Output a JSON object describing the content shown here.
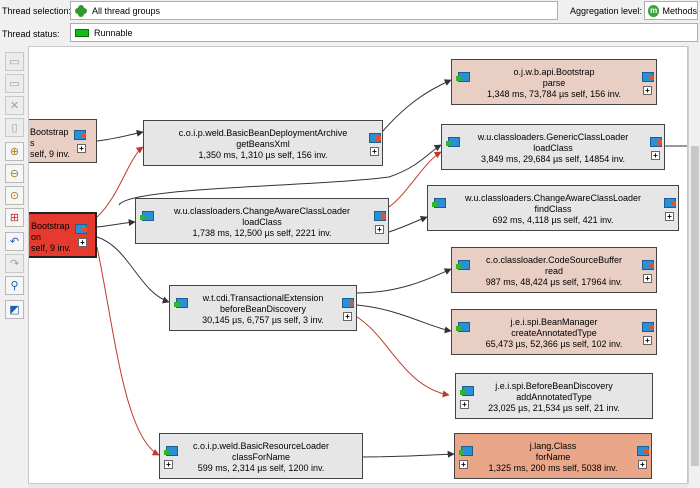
{
  "header": {
    "thread_selection_label": "Thread selection:",
    "thread_selection_value": "All thread groups",
    "thread_status_label": "Thread status:",
    "thread_status_value": "Runnable",
    "aggregation_label": "Aggregation level:",
    "aggregation_value": "Methods"
  },
  "toolbar": {
    "icons": [
      "comment-icon",
      "comment-add-icon",
      "delete-icon",
      "trash-icon",
      "zoom-in-icon",
      "zoom-out-icon",
      "zoom-100-icon",
      "fit-icon",
      "undo-icon",
      "redo-icon",
      "find-icon",
      "export-icon"
    ]
  },
  "nodes": [
    {
      "id": "n0",
      "line1": "Bootstrap",
      "line2": "s",
      "line3": "self, 9 inv."
    },
    {
      "id": "n1",
      "line1": "Bootstrap",
      "line2": "on",
      "line3": "self, 9 inv."
    },
    {
      "id": "n2",
      "line1": "c.o.i.p.weld.BasicBeanDeploymentArchive",
      "line2": "getBeansXml",
      "line3": "1,350 ms, 1,310 µs self, 156 inv."
    },
    {
      "id": "n3",
      "line1": "w.u.classloaders.ChangeAwareClassLoader",
      "line2": "loadClass",
      "line3": "1,738 ms, 12,500 µs self, 2221 inv."
    },
    {
      "id": "n4",
      "line1": "w.t.cdi.TransactionalExtension",
      "line2": "beforeBeanDiscovery",
      "line3": "30,145 µs, 6,757 µs self, 3 inv."
    },
    {
      "id": "n5",
      "line1": "c.o.i.p.weld.BasicResourceLoader",
      "line2": "classForName",
      "line3": "599 ms, 2,314 µs self, 1200 inv."
    },
    {
      "id": "n6",
      "line1": "o.j.w.b.api.Bootstrap",
      "line2": "parse",
      "line3": "1,348 ms, 73,784 µs self, 156 inv."
    },
    {
      "id": "n7",
      "line1": "w.u.classloaders.GenericClassLoader",
      "line2": "loadClass",
      "line3": "3,849 ms, 29,684 µs self, 14854 inv."
    },
    {
      "id": "n8",
      "line1": "w.u.classloaders.ChangeAwareClassLoader",
      "line2": "findClass",
      "line3": "692 ms, 4,118 µs self, 421 inv."
    },
    {
      "id": "n9",
      "line1": "c.o.classloader.CodeSourceBuffer",
      "line2": "read",
      "line3": "987 ms, 48,424 µs self, 17964 inv."
    },
    {
      "id": "n10",
      "line1": "j.e.i.spi.BeanManager",
      "line2": "createAnnotatedType",
      "line3": "65,473 µs, 52,366 µs self, 102 inv."
    },
    {
      "id": "n11",
      "line1": "j.e.i.spi.BeforeBeanDiscovery",
      "line2": "addAnnotatedType",
      "line3": "23,025 µs, 21,534 µs self, 21 inv."
    },
    {
      "id": "n12",
      "line1": "j.lang.Class",
      "line2": "forName",
      "line3": "1,325 ms, 200 ms self, 5038 inv."
    }
  ],
  "colors": {
    "gray": "#e6e6e6",
    "pink": "#e9cec4",
    "salmon": "#eaa688",
    "red": "#e63a2e",
    "edge_normal": "#333333",
    "edge_hot": "#c0392b"
  }
}
